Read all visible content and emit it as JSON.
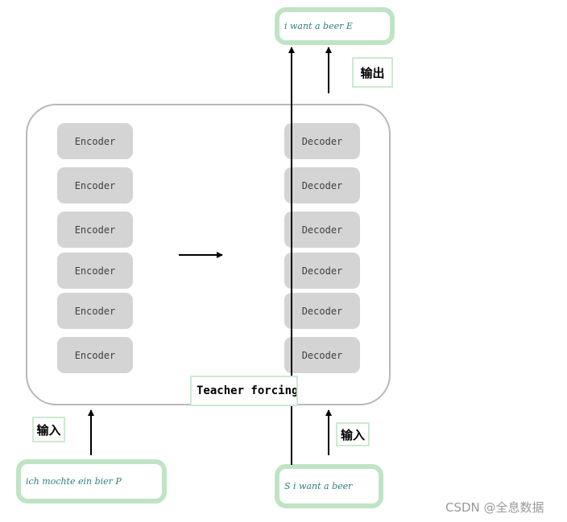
{
  "encoders": [
    "Encoder",
    "Encoder",
    "Encoder",
    "Encoder",
    "Encoder",
    "Encoder"
  ],
  "decoders": [
    "Decoder",
    "Decoder",
    "Decoder",
    "Decoder",
    "Decoder",
    "Decoder"
  ],
  "output_sentence": "i want a beer E",
  "output_label": "输出",
  "source_sentence": "ich mochte ein bier P",
  "source_input_label": "输入",
  "decoder_input_sentence": "S i want a beer",
  "decoder_input_label": "输入",
  "teacher_forcing_label": "Teacher forcing",
  "watermark": "CSDN @全息数据"
}
